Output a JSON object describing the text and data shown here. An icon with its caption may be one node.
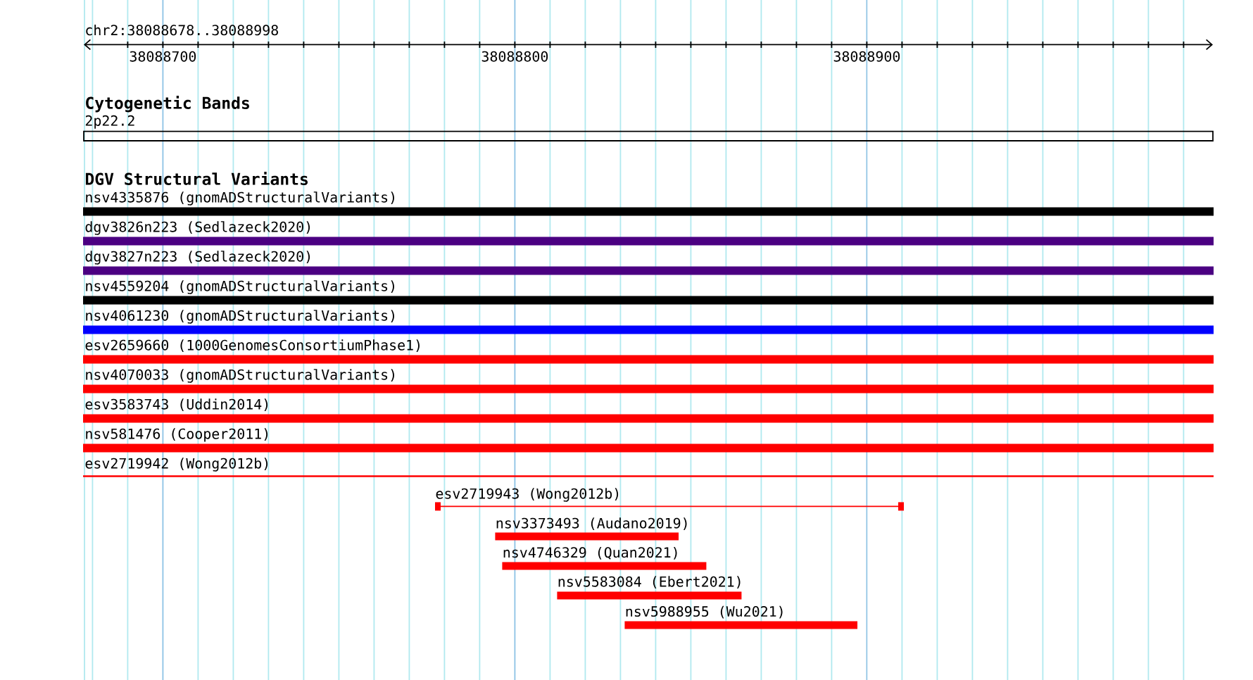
{
  "diagram": {
    "nodes": [
      {
        "text": [],
        "shape": "box",
        "beside": [
          "2p22.2"
        ]
      },
      {
        "text": [],
        "shape": "bar",
        "beside": [
          "nsv4335876 (gnomADStructuralVariants)"
        ]
      },
      {
        "text": [],
        "shape": "bar",
        "beside": [
          "dgv3826n223 (Sedlazeck2020)"
        ]
      },
      {
        "text": [],
        "shape": "bar",
        "beside": [
          "dgv3827n223 (Sedlazeck2020)"
        ]
      },
      {
        "text": [],
        "shape": "bar",
        "beside": [
          "nsv4559204 (gnomADStructuralVariants)"
        ]
      },
      {
        "text": [],
        "shape": "bar",
        "beside": [
          "nsv4061230 (gnomADStructuralVariants)"
        ]
      },
      {
        "text": [],
        "shape": "bar",
        "beside": [
          "esv2659660 (1000GenomesConsortiumPhase1)"
        ]
      },
      {
        "text": [],
        "shape": "bar",
        "beside": [
          "nsv4070033 (gnomADStructuralVariants)"
        ]
      },
      {
        "text": [],
        "shape": "bar",
        "beside": [
          "esv3583743 (Uddin2014)"
        ]
      },
      {
        "text": [],
        "shape": "bar",
        "beside": [
          "nsv581476 (Cooper2011)"
        ]
      },
      {
        "text": [],
        "shape": "bar",
        "beside": [
          "esv2719942 (Wong2012b)"
        ]
      },
      {
        "text": [],
        "shape": "bar",
        "beside": [
          "esv2719943 (Wong2012b)"
        ]
      },
      {
        "text": [],
        "shape": "bar",
        "beside": [
          "nsv3373493 (Audano2019)"
        ]
      },
      {
        "text": [],
        "shape": "bar",
        "beside": [
          "nsv4746329 (Quan2021)"
        ]
      },
      {
        "text": [],
        "shape": "bar",
        "beside": [
          "nsv5583084 (Ebert2021)"
        ]
      },
      {
        "text": [],
        "shape": "bar",
        "beside": [
          "nsv5988955 (Wu2021)"
        ]
      }
    ],
    "labels": [
      "chr2:38088678..38088998",
      "38088700",
      "38088800",
      "38088900",
      "Cytogenetic Bands",
      "DGV Structural Variants"
    ]
  }
}
